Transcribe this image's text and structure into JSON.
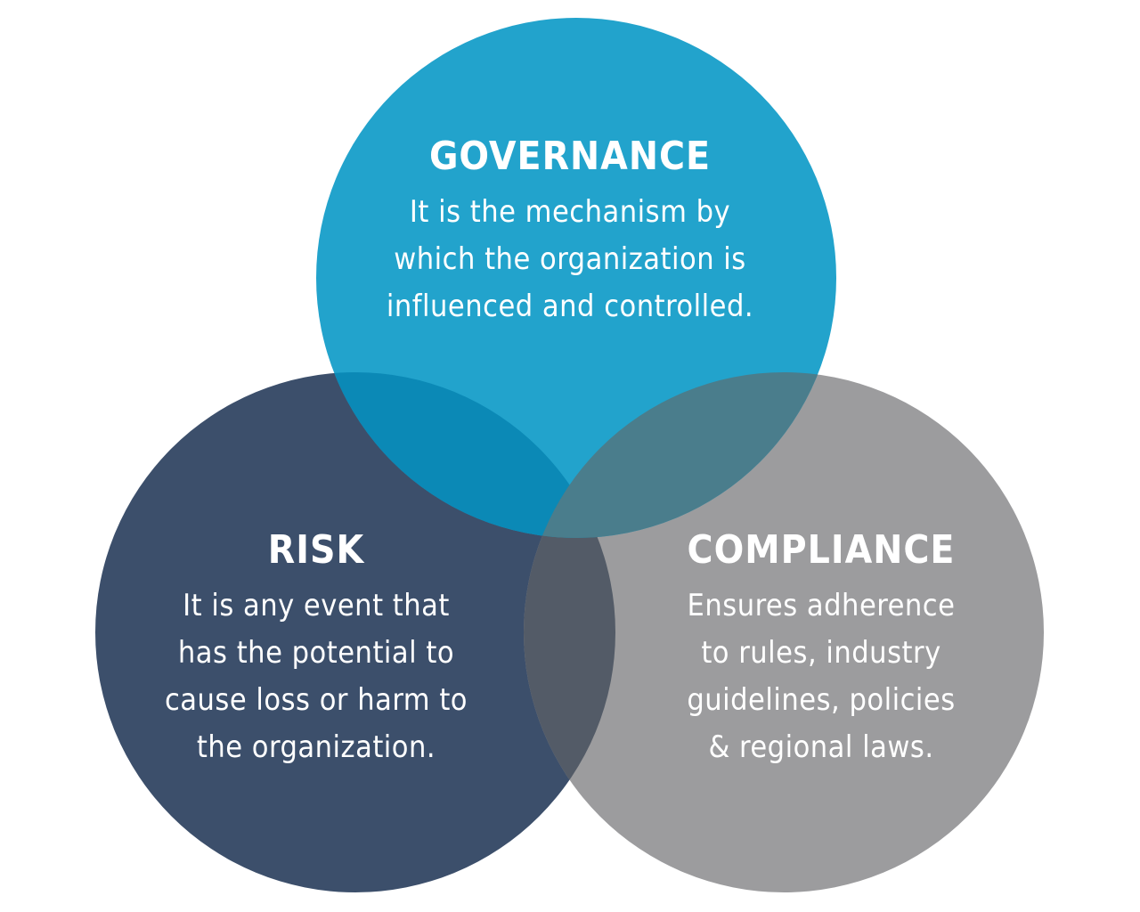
{
  "colors": {
    "governance": "#22a3cc",
    "risk": "#3c4f6b",
    "compliance": "#9c9c9e",
    "overlap_gov_risk": "#0b89b6",
    "overlap_gov_comp": "#4a7d8c",
    "overlap_risk_comp": "#535b67",
    "text": "#ffffff",
    "background": "#ffffff"
  },
  "governance": {
    "title": "GOVERNANCE",
    "lines": [
      "It is the mechanism by",
      "which the organization is",
      "influenced and controlled."
    ]
  },
  "risk": {
    "title": "RISK",
    "lines": [
      "It is any event that",
      "has the potential to",
      "cause loss or harm to",
      "the organization."
    ]
  },
  "compliance": {
    "title": "COMPLIANCE",
    "lines": [
      "Ensures adherence",
      "to rules, industry",
      "guidelines, policies",
      "& regional laws."
    ]
  }
}
